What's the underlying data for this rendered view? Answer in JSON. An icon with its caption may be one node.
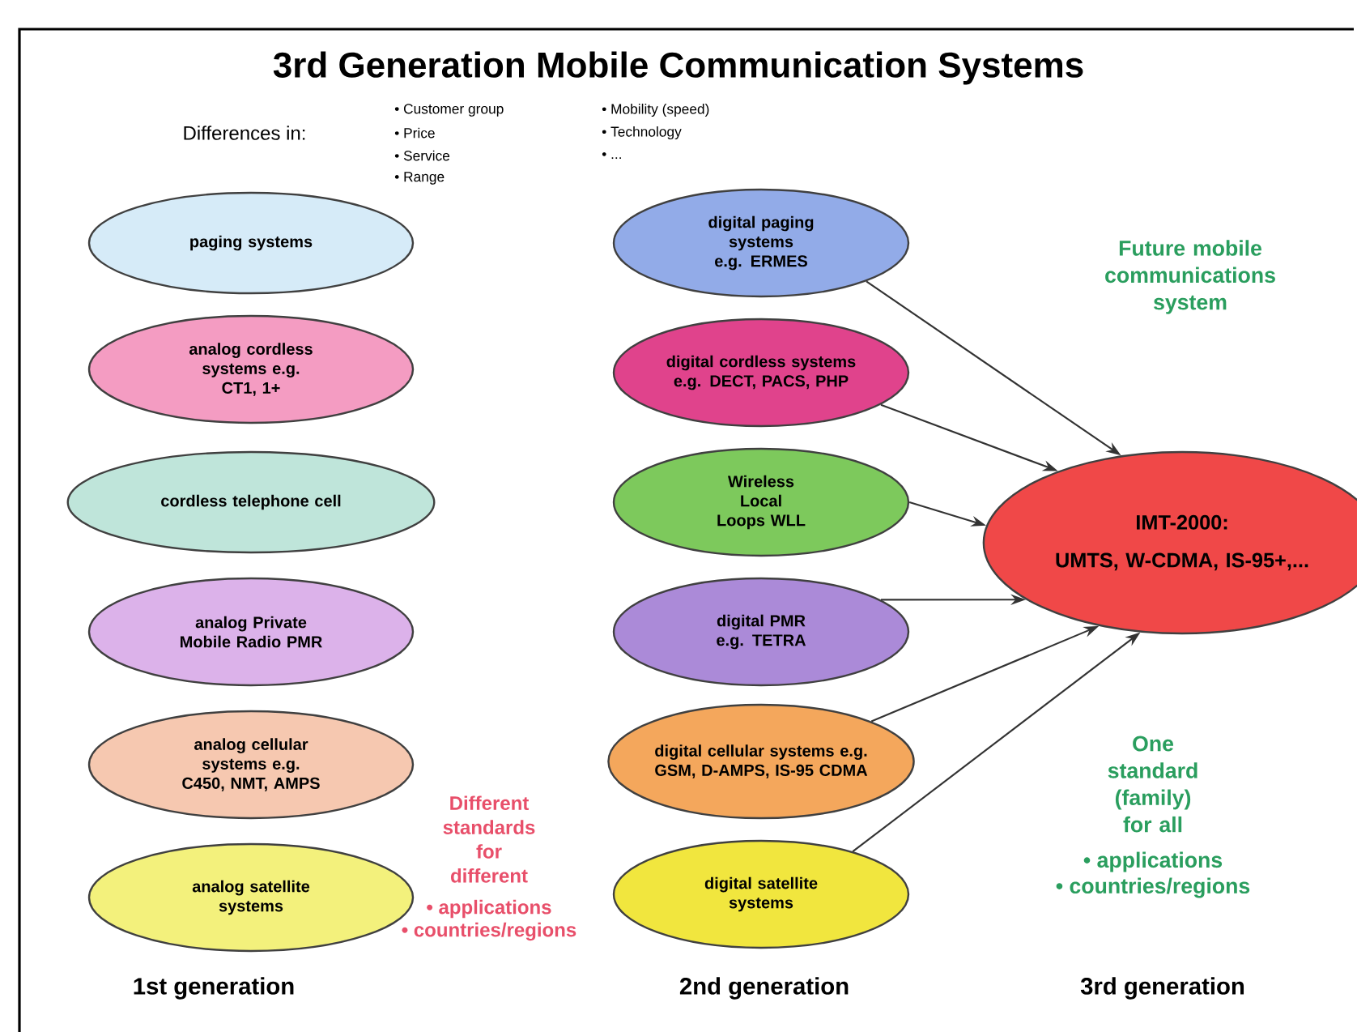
{
  "diagram": {
    "title": "3rd Generation Mobile Communication Systems",
    "nodes": [
      {
        "text": [
          "paging systems"
        ]
      },
      {
        "text": [
          "analog cordless systems e.g. CT1, 1+"
        ]
      },
      {
        "text": [
          "cordless telephone cell"
        ]
      },
      {
        "text": [
          "analog Private Mobile Radio PMR"
        ]
      },
      {
        "text": [
          "analog cellular systems e.g. C450, NMT, AMPS"
        ]
      },
      {
        "text": [
          "analog satellite systems"
        ]
      },
      {
        "text": [
          "digital paging systems e.g. ERMES"
        ]
      },
      {
        "text": [
          "digital cordless systems e.g. DECT, PACS, PHP"
        ]
      },
      {
        "text": [
          "Wireless Local Loops WLL"
        ]
      },
      {
        "text": [
          "digital PMR e.g. TETRA"
        ]
      },
      {
        "text": [
          "digital cellular systems e.g. GSM, D-AMPS, IS-95 CDMA"
        ]
      },
      {
        "text": [
          "digital satellite systems"
        ]
      },
      {
        "text": [
          "IMT-2000:",
          "UMTS, W-CDMA, IS-95+,..."
        ]
      }
    ],
    "edges": [
      {
        "from": 6,
        "to": 12,
        "arrow": "to"
      },
      {
        "from": 7,
        "to": 12,
        "arrow": "to"
      },
      {
        "from": 8,
        "to": 12,
        "arrow": "to"
      },
      {
        "from": 9,
        "to": 12,
        "arrow": "to"
      },
      {
        "from": 10,
        "to": 12,
        "arrow": "to"
      },
      {
        "from": 11,
        "to": 12,
        "arrow": "to"
      }
    ],
    "labels": [
      "Differences in:",
      "• Customer group",
      "• Price",
      "• Service",
      "• Range",
      "• Mobility (speed)",
      "• Technology",
      "• ...",
      "Future mobile communications system",
      "Different standards for different",
      "• applications",
      "• countries/regions",
      "One standard (family) for all",
      "• applications",
      "• countries/regions",
      "1st generation",
      "2nd generation",
      "3rd generation"
    ]
  }
}
